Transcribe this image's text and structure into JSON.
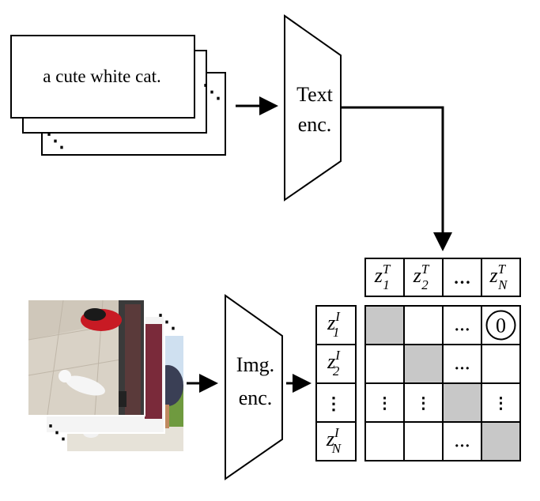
{
  "text_input": {
    "caption": "a cute white cat.",
    "stack_ellipsis": "⋱"
  },
  "image_input": {
    "photo_description_icon": "cat-photo",
    "stack_ellipsis": "⋱"
  },
  "encoders": {
    "text": {
      "line1": "Text",
      "line2": "enc."
    },
    "image": {
      "line1": "Img.",
      "line2": "enc."
    }
  },
  "text_embeddings": {
    "headers": [
      {
        "base": "z",
        "sup": "T",
        "sub": "1"
      },
      {
        "base": "z",
        "sup": "T",
        "sub": "2"
      },
      {
        "ellipsis": "…"
      },
      {
        "base": "z",
        "sup": "T",
        "sub": "N"
      }
    ]
  },
  "image_embeddings": {
    "rows": [
      {
        "base": "z",
        "sup": "I",
        "sub": "1"
      },
      {
        "base": "z",
        "sup": "I",
        "sub": "2"
      },
      {
        "ellipsis": "⋮"
      },
      {
        "base": "z",
        "sup": "I",
        "sub": "N"
      }
    ]
  },
  "matrix": {
    "cells": [
      [
        "shaded",
        "",
        "…",
        "0"
      ],
      [
        "",
        "shaded",
        "…",
        ""
      ],
      [
        "⋮",
        "⋮",
        "shaded",
        "⋮"
      ],
      [
        "",
        "",
        "…",
        "shaded"
      ]
    ],
    "shade_color": "#c8c8c8"
  }
}
